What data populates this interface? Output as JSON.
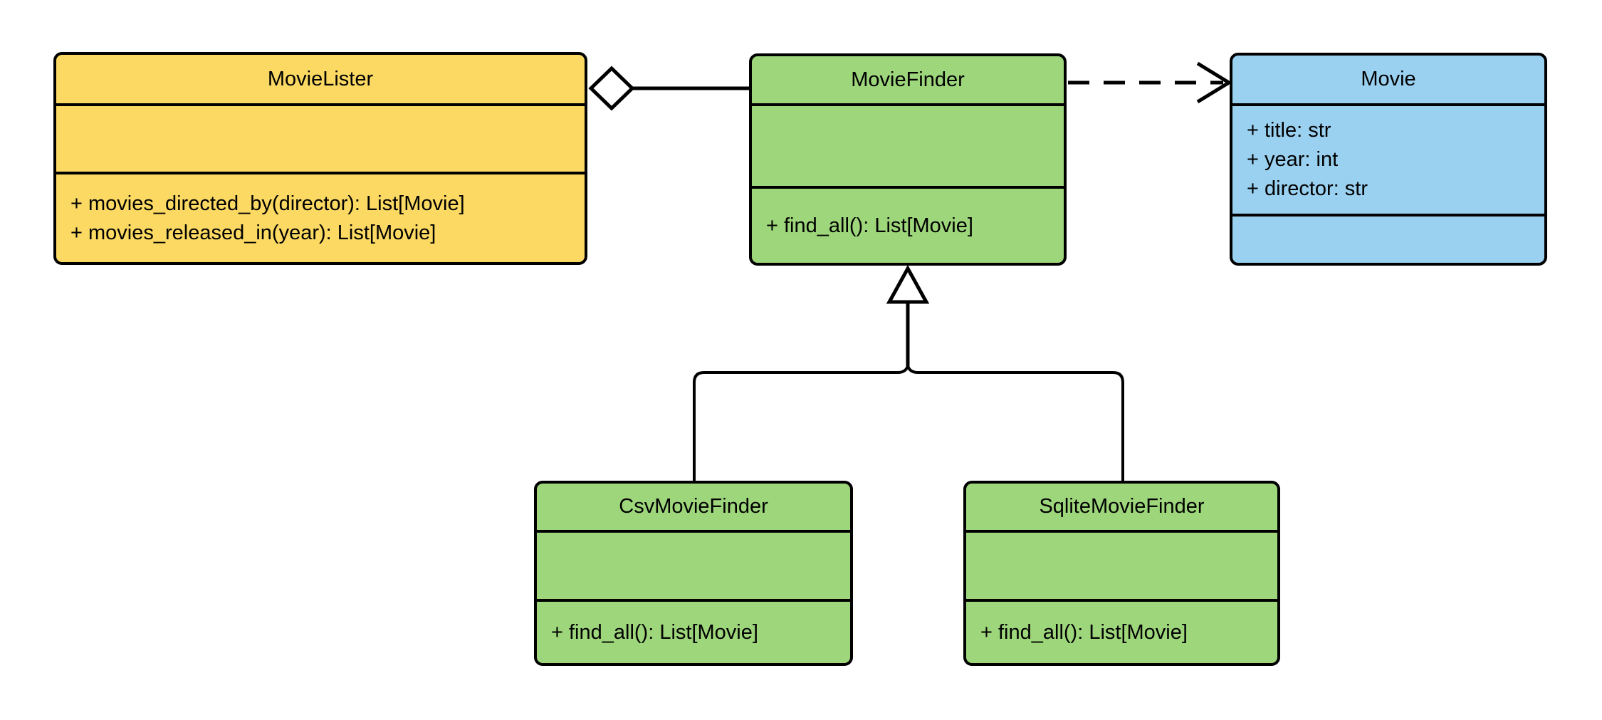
{
  "diagram": {
    "kind": "uml-class-diagram",
    "classes": [
      {
        "name": "MovieLister",
        "fill": "#FBD963",
        "attributes": [],
        "methods": [
          "+ movies_directed_by(director): List[Movie]",
          "+ movies_released_in(year): List[Movie]"
        ]
      },
      {
        "name": "MovieFinder",
        "fill": "#9ED67B",
        "attributes": [],
        "methods": [
          "+ find_all(): List[Movie]"
        ]
      },
      {
        "name": "Movie",
        "fill": "#9AD1F0",
        "attributes": [
          "+ title: str",
          "+ year: int",
          "+ director: str"
        ],
        "methods": []
      },
      {
        "name": "CsvMovieFinder",
        "fill": "#9ED67B",
        "attributes": [],
        "methods": [
          "+ find_all(): List[Movie]"
        ]
      },
      {
        "name": "SqliteMovieFinder",
        "fill": "#9ED67B",
        "attributes": [],
        "methods": [
          "+ find_all(): List[Movie]"
        ]
      }
    ],
    "relationships": [
      {
        "type": "aggregation",
        "from": "MovieLister",
        "to": "MovieFinder"
      },
      {
        "type": "dependency",
        "from": "MovieFinder",
        "to": "Movie"
      },
      {
        "type": "inheritance",
        "from": "CsvMovieFinder",
        "to": "MovieFinder"
      },
      {
        "type": "inheritance",
        "from": "SqliteMovieFinder",
        "to": "MovieFinder"
      }
    ],
    "colors": {
      "yellow": "#FBD963",
      "green": "#9ED67B",
      "blue": "#9AD1F0",
      "line": "#000000",
      "background": "#FFFFFF"
    }
  }
}
